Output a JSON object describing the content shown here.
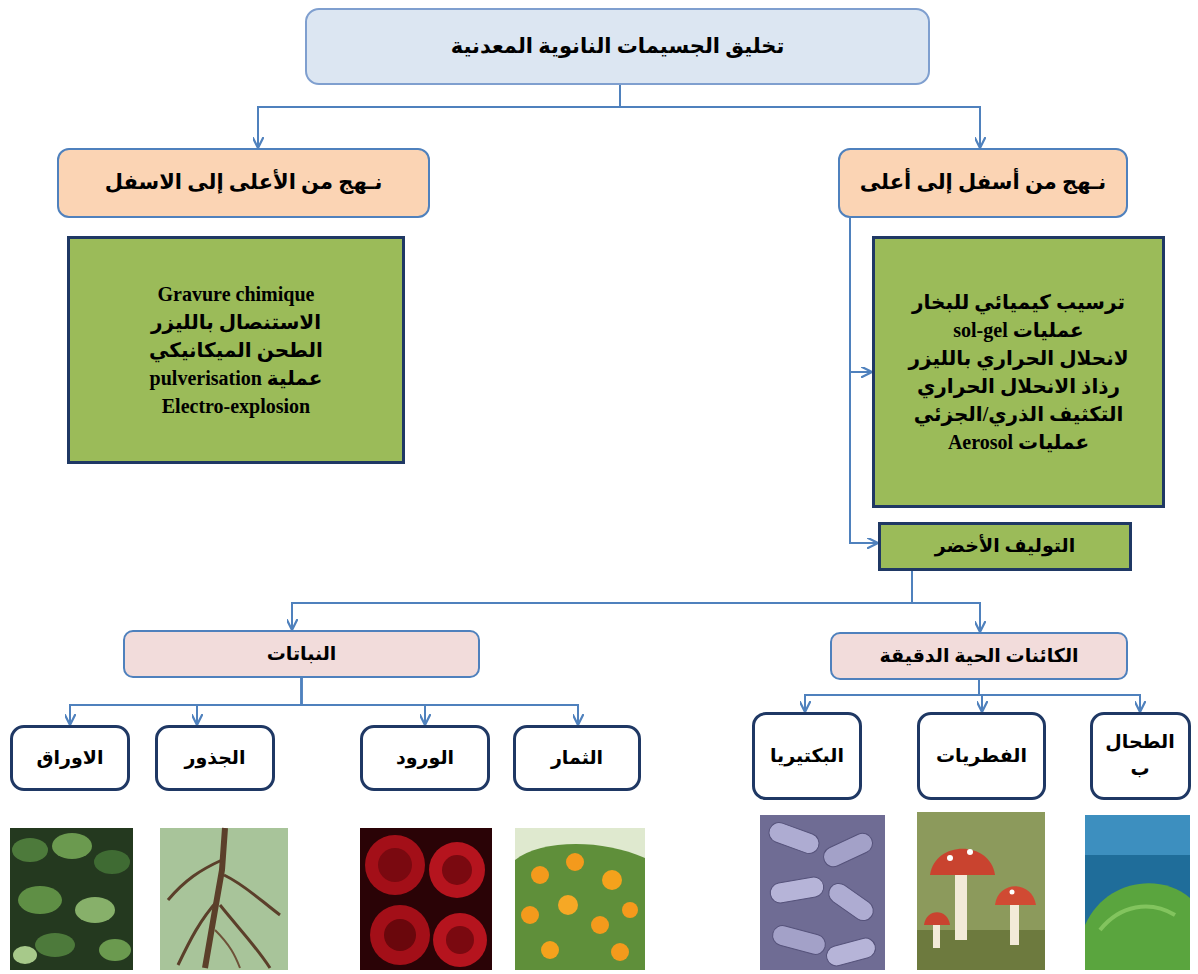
{
  "diagram": {
    "nodes": [
      {
        "text": [
          "تخليق الجسيمات النانوية المعدنية"
        ]
      },
      {
        "text": [
          "نـهج من الأعلى إلى الاسفل"
        ]
      },
      {
        "text": [
          "نـهج من أسفل إلى أعلى"
        ]
      },
      {
        "text": [
          "Gravure chimique",
          "الاستنصال بالليزر",
          "الطحن الميكانيكي",
          "عملية pulverisation",
          "Electro-explosion"
        ]
      },
      {
        "text": [
          "ترسيب كيميائي للبخار",
          "عمليات sol-gel",
          "لانحلال الحراري بالليزر",
          "رذاذ الانحلال الحراري",
          "التكثيف الذري/الجزئي",
          "عمليات Aerosol"
        ]
      },
      {
        "text": [
          "التوليف الأخضر"
        ]
      },
      {
        "text": [
          "النباتات"
        ]
      },
      {
        "text": [
          "الكائنات الحية الدقيقة"
        ]
      },
      {
        "text": [
          "الاوراق"
        ]
      },
      {
        "text": [
          "الجذور"
        ]
      },
      {
        "text": [
          "الورود"
        ]
      },
      {
        "text": [
          "الثمار"
        ]
      },
      {
        "text": [
          "البكتيريا"
        ]
      },
      {
        "text": [
          "الفطريات"
        ]
      },
      {
        "text": [
          "الطحال ب"
        ]
      }
    ],
    "edges": [
      {
        "from": 0,
        "to": 1,
        "arrow": "to"
      },
      {
        "from": 0,
        "to": 2,
        "arrow": "to"
      },
      {
        "from": 2,
        "to": 4,
        "arrow": "to"
      },
      {
        "from": 2,
        "to": 5,
        "arrow": "to"
      },
      {
        "from": 5,
        "to": 6,
        "arrow": "to"
      },
      {
        "from": 5,
        "to": 7,
        "arrow": "to"
      },
      {
        "from": 6,
        "to": 8,
        "arrow": "to"
      },
      {
        "from": 6,
        "to": 9,
        "arrow": "to"
      },
      {
        "from": 6,
        "to": 10,
        "arrow": "to"
      },
      {
        "from": 6,
        "to": 11,
        "arrow": "to"
      },
      {
        "from": 7,
        "to": 12,
        "arrow": "to"
      },
      {
        "from": 7,
        "to": 13,
        "arrow": "to"
      },
      {
        "from": 7,
        "to": 14,
        "arrow": "to"
      }
    ]
  }
}
